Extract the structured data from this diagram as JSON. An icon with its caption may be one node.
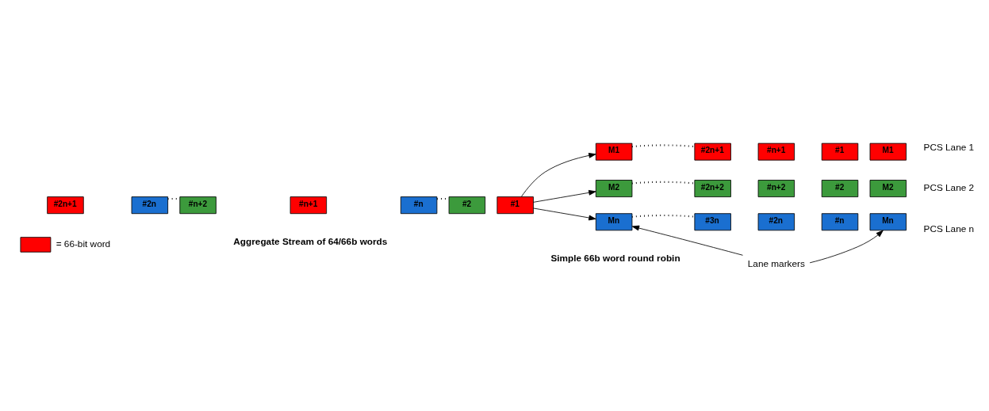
{
  "diagram": {
    "nodes": [
      {
        "text": [
          "#2n+1"
        ]
      },
      {
        "text": [
          "#2n"
        ]
      },
      {
        "text": [
          "#n+2"
        ]
      },
      {
        "text": [
          "#n+1"
        ]
      },
      {
        "text": [
          "#n"
        ]
      },
      {
        "text": [
          "#2"
        ]
      },
      {
        "text": [
          "#1"
        ]
      },
      {
        "text": [
          "M1"
        ]
      },
      {
        "text": [
          "#2n+1"
        ]
      },
      {
        "text": [
          "#n+1"
        ]
      },
      {
        "text": [
          "#1"
        ]
      },
      {
        "text": [
          "M1"
        ]
      },
      {
        "text": [
          "M2"
        ]
      },
      {
        "text": [
          "#2n+2"
        ]
      },
      {
        "text": [
          "#n+2"
        ]
      },
      {
        "text": [
          "#2"
        ]
      },
      {
        "text": [
          "M2"
        ]
      },
      {
        "text": [
          "Mn"
        ]
      },
      {
        "text": [
          "#3n"
        ]
      },
      {
        "text": [
          "#2n"
        ]
      },
      {
        "text": [
          "#n"
        ]
      },
      {
        "text": [
          "Mn"
        ]
      },
      {
        "text": [
          "Lane markers"
        ]
      }
    ],
    "edges": [
      {
        "from": 1,
        "to": 2,
        "arrow": "none",
        "style": "dashed"
      },
      {
        "from": 4,
        "to": 5,
        "arrow": "none",
        "style": "dashed"
      },
      {
        "from": 6,
        "to": 7,
        "arrow": "to"
      },
      {
        "from": 6,
        "to": 12,
        "arrow": "to"
      },
      {
        "from": 6,
        "to": 17,
        "arrow": "to"
      },
      {
        "from": 7,
        "to": 8,
        "arrow": "none",
        "style": "dashed"
      },
      {
        "from": 12,
        "to": 13,
        "arrow": "none",
        "style": "dashed"
      },
      {
        "from": 17,
        "to": 18,
        "arrow": "none",
        "style": "dashed"
      },
      {
        "from": 22,
        "to": 17,
        "arrow": "to"
      },
      {
        "from": 22,
        "to": 21,
        "arrow": "to"
      }
    ],
    "labels": [
      "Aggregate Stream of 64/66b words",
      "PCS Lane 1",
      "PCS Lane 2",
      "PCS Lane n",
      "Simple 66b word round robin"
    ],
    "legend": [
      {
        "text": "= 66-bit word",
        "color": "#ff0000"
      }
    ]
  }
}
